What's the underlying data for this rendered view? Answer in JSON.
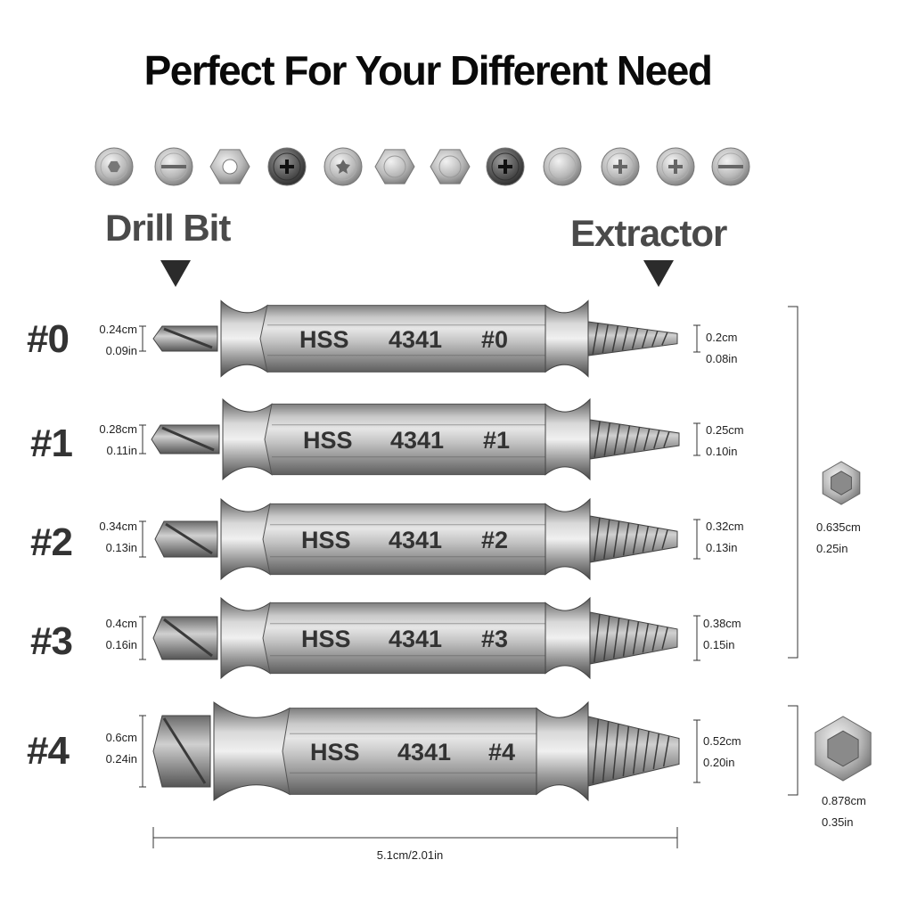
{
  "title": "Perfect For Your Different Need",
  "screw_icons": [
    "hex-socket-screw-icon",
    "slotted-screw-icon",
    "hex-nut-icon",
    "phillips-screw-icon",
    "torx-screw-icon",
    "hex-head-screw-icon",
    "hex-bolt-icon",
    "phillips-pan-screw-icon",
    "round-head-screw-icon",
    "combo-phillips-screw-icon",
    "phillips-flat-screw-icon",
    "slotted-round-screw-icon"
  ],
  "labels": {
    "drill_bit": "Drill Bit",
    "extractor": "Extractor"
  },
  "bits": [
    {
      "id": "#0",
      "brand": "HSS",
      "model": "4341",
      "size": "#0",
      "drill_cm": "0.24cm",
      "drill_in": "0.09in",
      "ext_cm": "0.2cm",
      "ext_in": "0.08in"
    },
    {
      "id": "#1",
      "brand": "HSS",
      "model": "4341",
      "size": "#1",
      "drill_cm": "0.28cm",
      "drill_in": "0.11in",
      "ext_cm": "0.25cm",
      "ext_in": "0.10in"
    },
    {
      "id": "#2",
      "brand": "HSS",
      "model": "4341",
      "size": "#2",
      "drill_cm": "0.34cm",
      "drill_in": "0.13in",
      "ext_cm": "0.32cm",
      "ext_in": "0.13in"
    },
    {
      "id": "#3",
      "brand": "HSS",
      "model": "4341",
      "size": "#3",
      "drill_cm": "0.4cm",
      "drill_in": "0.16in",
      "ext_cm": "0.38cm",
      "ext_in": "0.15in"
    },
    {
      "id": "#4",
      "brand": "HSS",
      "model": "4341",
      "size": "#4",
      "drill_cm": "0.6cm",
      "drill_in": "0.24in",
      "ext_cm": "0.52cm",
      "ext_in": "0.20in"
    }
  ],
  "hex_small": {
    "cm": "0.635cm",
    "in": "0.25in"
  },
  "hex_large": {
    "cm": "0.878cm",
    "in": "0.35in"
  },
  "total_length": "5.1cm/2.01in",
  "colors": {
    "steel": "#9a9a9a",
    "steel_dark": "#5a5a5a",
    "steel_light": "#d8d8d8",
    "text_dark": "#333333"
  }
}
